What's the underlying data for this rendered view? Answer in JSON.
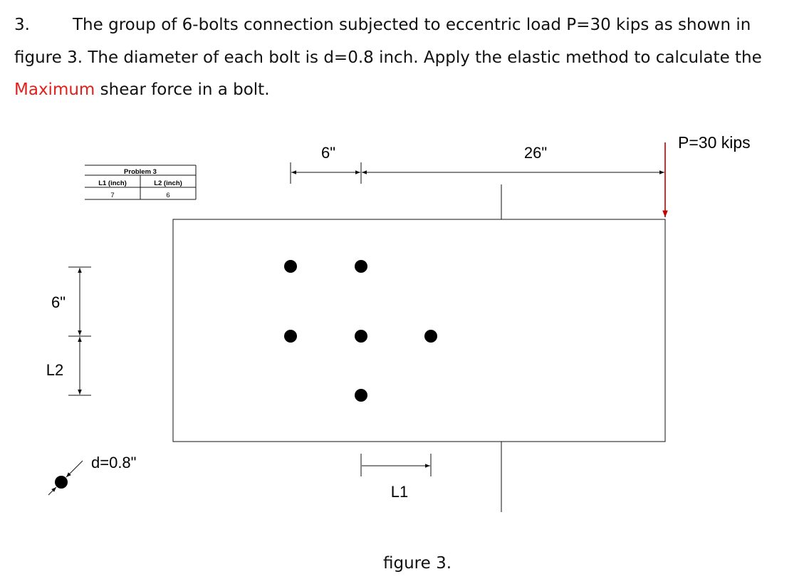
{
  "problem": {
    "number": "3.",
    "line1": "The group of 6-bolts connection subjected to eccentric load P=30 kips as shown in",
    "line2": "figure 3. The diameter of each bolt is d=0.8 inch. Apply the elastic method to calculate the",
    "line3_highlight": "Maximum",
    "line3_rest": " shear force in a bolt.",
    "highlight_color": "#e0201b"
  },
  "figure": {
    "load_label": "P=30 kips",
    "load_arrow_color": "#c00000",
    "dim_top_left": "6\"",
    "dim_top_right": "26\"",
    "dim_left_upper": "6\"",
    "dim_left_lower": "L2",
    "dim_bottom": "L1",
    "bolt_diameter": "d=0.8\"",
    "bolt_count": 6,
    "table": {
      "title": "Problem 3",
      "headers": [
        "L1 (inch)",
        "L2 (inch)"
      ],
      "values": [
        "7",
        "6"
      ]
    },
    "caption": "figure 3."
  }
}
